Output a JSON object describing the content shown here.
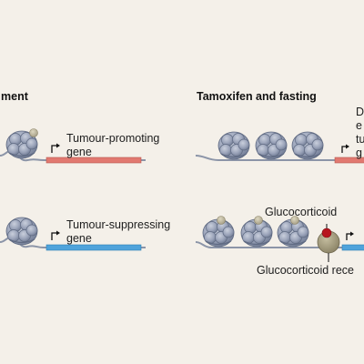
{
  "headings": {
    "left": "ment",
    "right": "Tamoxifen and fasting"
  },
  "labels": {
    "tumour_promoting_line1": "Tumour-promoting",
    "tumour_promoting_line2": "gene",
    "tumour_suppressing_line1": "Tumour-suppressing",
    "tumour_suppressing_line2": "gene",
    "right_top_line1": "D",
    "right_top_line2": "e",
    "right_top_line3": "tu",
    "right_top_line4": "g",
    "glucocorticoid": "Glucocorticoid",
    "glucocorticoid_receptor": "Glucocorticoid rece"
  },
  "colors": {
    "background": "#f4f0e9",
    "dna": "#8c95a8",
    "nucleosome": "#9aa3b9",
    "nucleosome_edge": "#5f6a82",
    "promoting_gene": "#e17970",
    "suppressing_gene": "#4fa3db",
    "glucocorticoid": "#b7141e",
    "receptor": "#9a9176"
  }
}
